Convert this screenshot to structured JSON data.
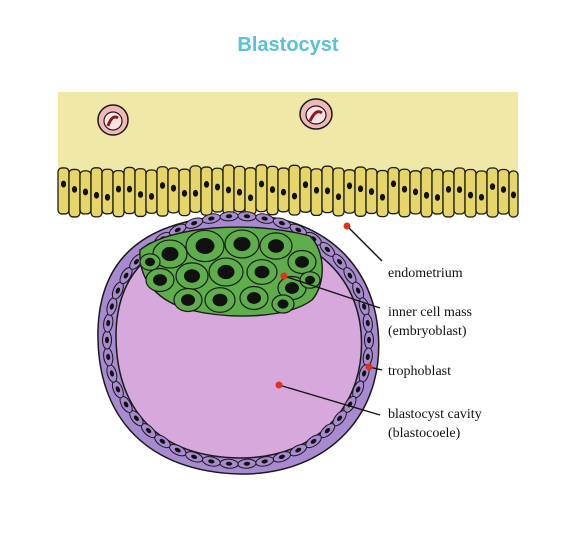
{
  "title": "Blastocyst",
  "colors": {
    "title": "#5bc0d8",
    "stroma": "#efe8a6",
    "epithelium": "#e6d66a",
    "trophoblast": "#a88ad0",
    "cavity": "#d6a8dc",
    "inner_cell_mass": "#5fae4c",
    "nucleus": "#111111",
    "pointer_dot": "#e0301e",
    "outline": "#1a1a1a",
    "gland_fill": "#f2b8b8"
  },
  "labels": {
    "endometrium": "endometrium",
    "inner_cell_mass_line1": "inner cell mass",
    "inner_cell_mass_line2": "(embryoblast)",
    "trophoblast": "trophoblast",
    "cavity_line1": "blastocyst cavity",
    "cavity_line2": "(blastocoele)"
  }
}
